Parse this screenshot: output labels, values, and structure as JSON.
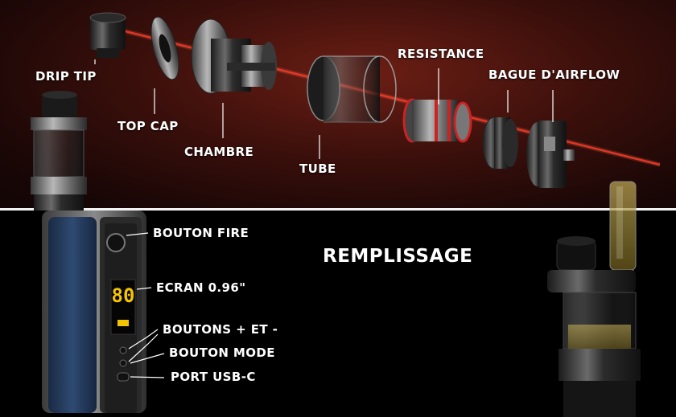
{
  "labels": {
    "drip_tip": "DRIP TIP",
    "top_cap": "TOP CAP",
    "chambre": "CHAMBRE",
    "tube": "TUBE",
    "resistance": "RESISTANCE",
    "bague_airflow": "BAGUE D'AIRFLOW",
    "bouton_fire": "BOUTON FIRE",
    "ecran": "ECRAN 0.96\"",
    "boutons_plus_moins": "BOUTONS + ET -",
    "bouton_mode": "BOUTON MODE",
    "port_usb": "PORT USB-C"
  },
  "section_title": "REMPLISSAGE",
  "device_screen": {
    "value": "80"
  },
  "colors": {
    "top_background": "#3a0f0b",
    "laser": "#ff2a1a",
    "bottom_background": "#000000",
    "text": "#ffffff",
    "screen_digits": "#f5c400",
    "mod_blue": "#243a5c"
  }
}
